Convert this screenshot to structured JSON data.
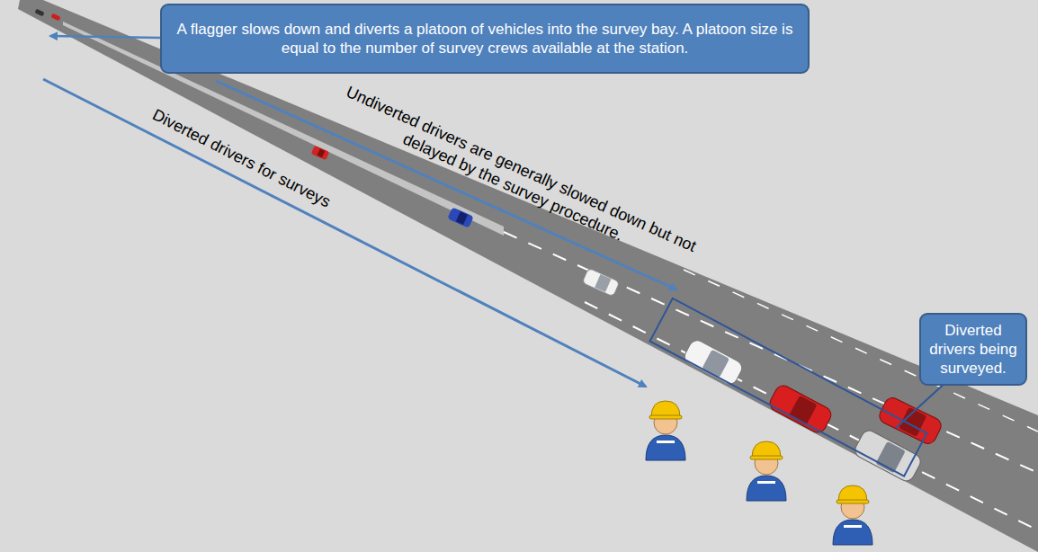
{
  "diagram": {
    "nodes": [
      {
        "text": [
          "A flagger slows down and diverts a platoon of vehicles into the survey bay. A platoon size is equal to the number of survey crews available at the station."
        ]
      },
      {
        "text": [
          "Diverted drivers being surveyed."
        ]
      }
    ],
    "labels": [
      "Undiverted drivers are generally slowed down but not delayed by the survey procedure.",
      "Diverted drivers for surveys"
    ]
  }
}
